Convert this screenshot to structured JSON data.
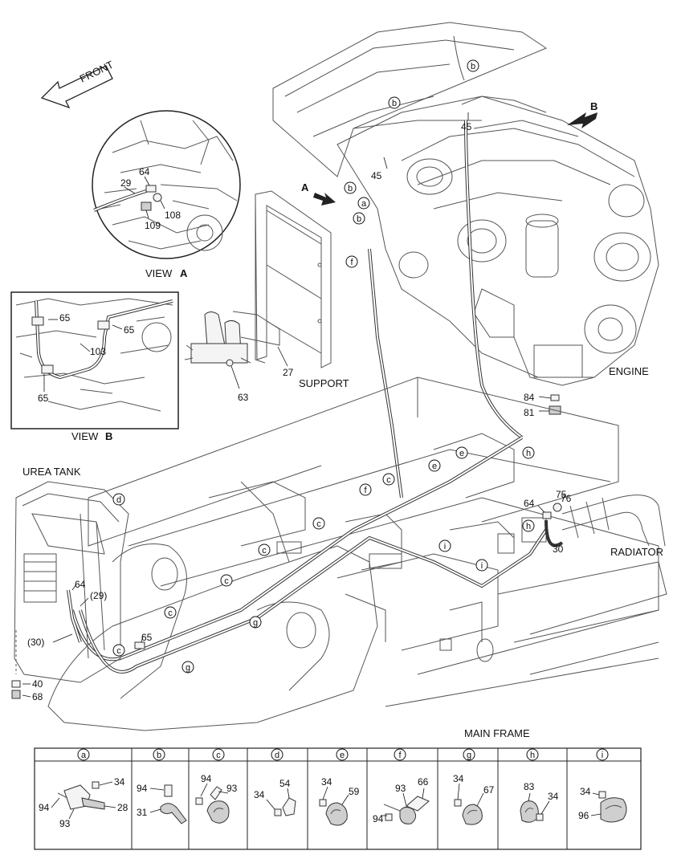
{
  "view_a": {
    "title": "VIEW",
    "letter": "A",
    "parts": [
      "29",
      "64",
      "108",
      "109"
    ]
  },
  "view_b": {
    "title": "VIEW",
    "letter": "B",
    "parts": [
      "65",
      "65",
      "103",
      "65"
    ]
  },
  "front_arrow": "FRONT",
  "labels": {
    "engine": "ENGINE",
    "support": "SUPPORT",
    "urea_tank": "UREA TANK",
    "radiator": "RADIATOR",
    "main_frame": "MAIN FRAME",
    "arrow_a": "A",
    "arrow_b": "B"
  },
  "callouts": {
    "p45a": "45",
    "p45b": "45",
    "p27": "27",
    "p63": "63",
    "p84": "84",
    "p81": "81",
    "p76": "76",
    "p75": "75",
    "p64r": "64",
    "p30r": "30",
    "p64l": "64",
    "p29l": "(29)",
    "p30l": "(30)",
    "p40": "40",
    "p68": "68",
    "p65": "65"
  },
  "clip_letters": {
    "a": "a",
    "b": "b",
    "c": "c",
    "d": "d",
    "e": "e",
    "f": "f",
    "g": "g",
    "h": "h",
    "i": "i"
  },
  "detail_panels": [
    {
      "letter": "a",
      "parts": [
        "34",
        "94",
        "28",
        "93"
      ]
    },
    {
      "letter": "b",
      "parts": [
        "94",
        "31"
      ]
    },
    {
      "letter": "c",
      "parts": [
        "94",
        "93"
      ]
    },
    {
      "letter": "d",
      "parts": [
        "34",
        "54"
      ]
    },
    {
      "letter": "e",
      "parts": [
        "34",
        "59"
      ]
    },
    {
      "letter": "f",
      "parts": [
        "94",
        "93",
        "66"
      ]
    },
    {
      "letter": "g",
      "parts": [
        "34",
        "67"
      ]
    },
    {
      "letter": "h",
      "parts": [
        "83",
        "34"
      ]
    },
    {
      "letter": "i",
      "parts": [
        "34",
        "96"
      ]
    }
  ]
}
